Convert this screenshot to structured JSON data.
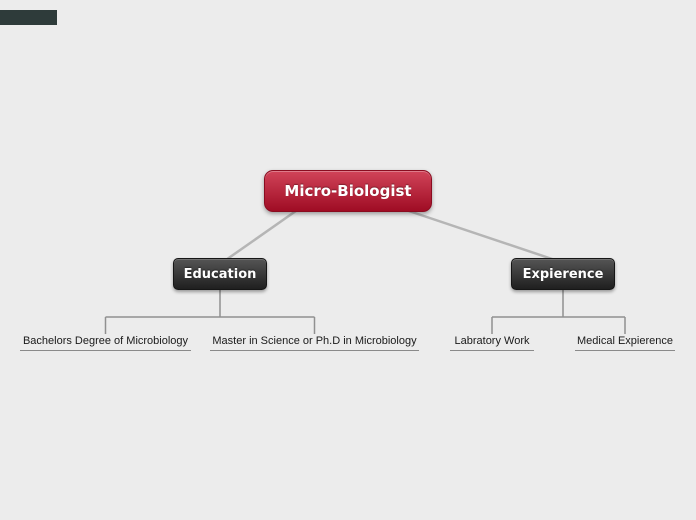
{
  "mindmap": {
    "root": {
      "label": "Micro-Biologist"
    },
    "branches": [
      {
        "label": "Education",
        "leaves": [
          {
            "label": "Bachelors Degree of Microbiology"
          },
          {
            "label": "Master in Science or Ph.D in Microbiology"
          }
        ]
      },
      {
        "label": "Expierence",
        "leaves": [
          {
            "label": "Labratory Work"
          },
          {
            "label": "Medical Expierence"
          }
        ]
      }
    ]
  },
  "colors": {
    "background": "#ececec",
    "top_bar": "#2e3b3a",
    "root_top": "#d14459",
    "root_bottom": "#9f0c24",
    "root_border": "#8a0c20",
    "root_text": "#ffffff",
    "branch_top": "#555555",
    "branch_bottom": "#1f1f1f",
    "branch_border": "#161616",
    "branch_text": "#ffffff",
    "line_light": "#b5b5b5",
    "line_dark": "#909090",
    "leaf_text": "#1a1a1a",
    "leaf_underline": "#8a8a8a"
  }
}
